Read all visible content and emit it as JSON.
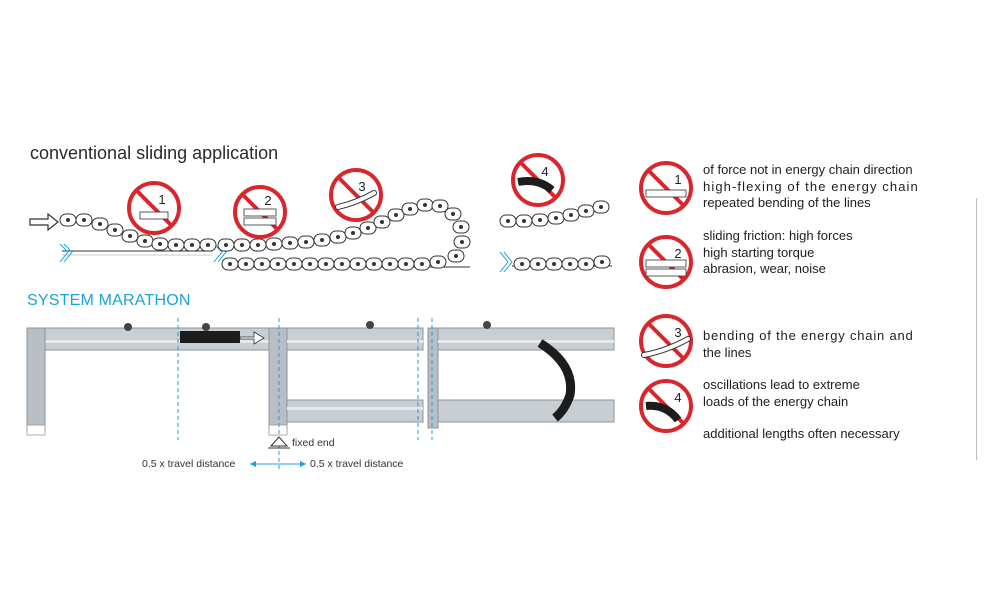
{
  "headings": {
    "conventional": "conventional sliding application",
    "marathon": "SYSTEM MARATHON"
  },
  "diagram_labels": {
    "fixed_end": "fixed end",
    "travel_left": "0.5 x travel distance",
    "travel_right": "0.5 x travel distance"
  },
  "badges": [
    "1",
    "2",
    "3",
    "4"
  ],
  "annotations": [
    {
      "badge": "1",
      "lines": [
        "of force not in energy chain direction",
        "high-flexing of the energy chain",
        "repeated bending of the lines"
      ]
    },
    {
      "badge": "2",
      "lines": [
        "sliding friction: high forces",
        "high starting torque",
        "abrasion, wear, noise"
      ]
    },
    {
      "badge": "3",
      "lines": [
        "bending of the energy chain and",
        "the lines"
      ]
    },
    {
      "badge": "4",
      "lines": [
        "oscillations lead to extreme",
        "loads of the energy chain",
        "",
        "additional lengths often necessary"
      ]
    }
  ],
  "colors": {
    "prohibit_red": "#d8262c",
    "heading_blue": "#1aa3d9",
    "rail_gray": "#c9ced3",
    "chain_dark": "#1c1c1c"
  }
}
